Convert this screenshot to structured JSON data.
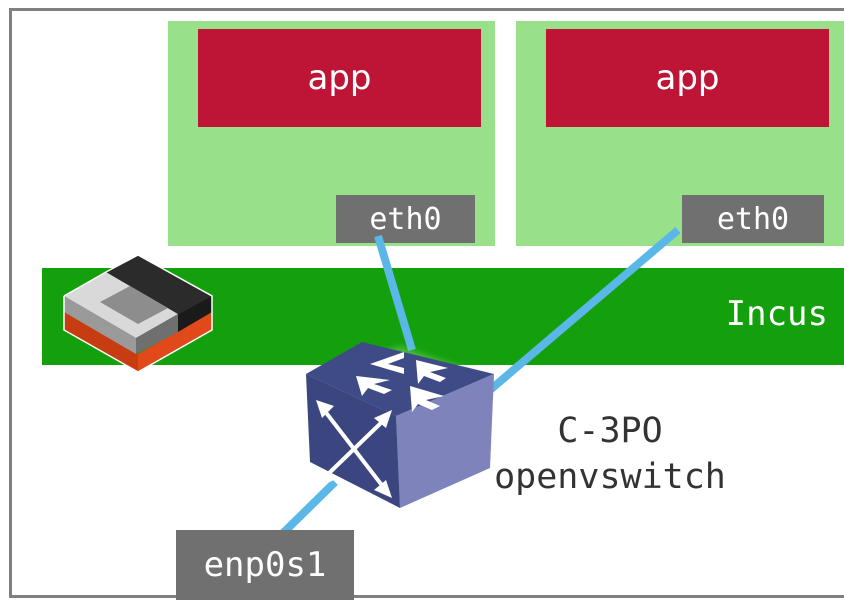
{
  "containers": [
    {
      "app_label": "app",
      "port_label": "eth0"
    },
    {
      "app_label": "app",
      "port_label": "eth0"
    }
  ],
  "host": {
    "label": "Incus",
    "logo_icon": "incus-logo-icon"
  },
  "switch": {
    "name": "C-3PO",
    "type": "openvswitch",
    "icon": "network-switch-icon"
  },
  "uplink": {
    "label": "enp0s1"
  },
  "colors": {
    "container": "#98e08a",
    "app": "#be1435",
    "port": "#707070",
    "host_band": "#13a00c",
    "link": "#5bb7e8",
    "switch": "#4a5590"
  }
}
